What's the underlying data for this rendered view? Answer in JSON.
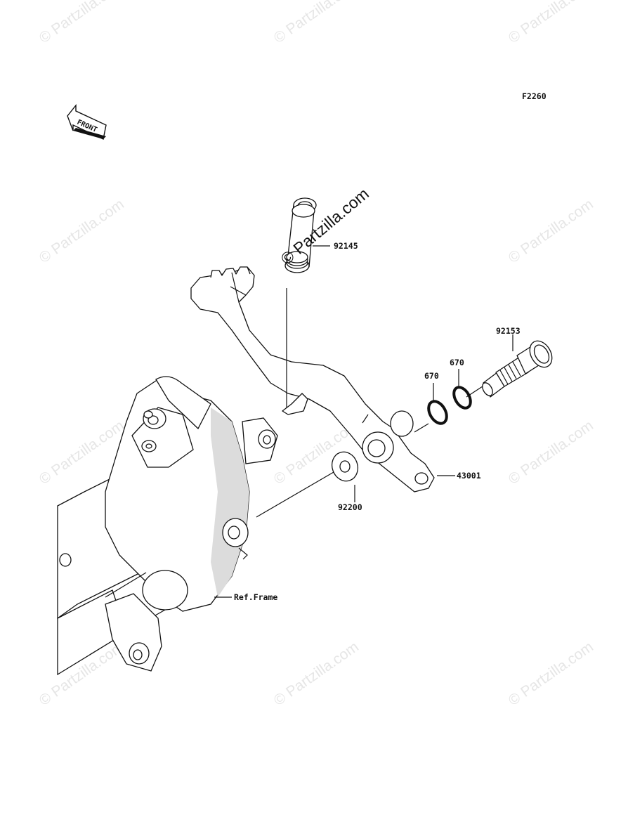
{
  "figure_code": "F2260",
  "front_label": "FRONT",
  "watermark": {
    "text": "© Partzilla.com",
    "prominent_text": "© Partzilla.com"
  },
  "parts": {
    "spring": "92145",
    "pedal": "43001",
    "washer": "92200",
    "pivot_bolt": "92153",
    "o_ring_1": "670",
    "o_ring_2": "670",
    "frame_ref": "Ref.Frame"
  }
}
